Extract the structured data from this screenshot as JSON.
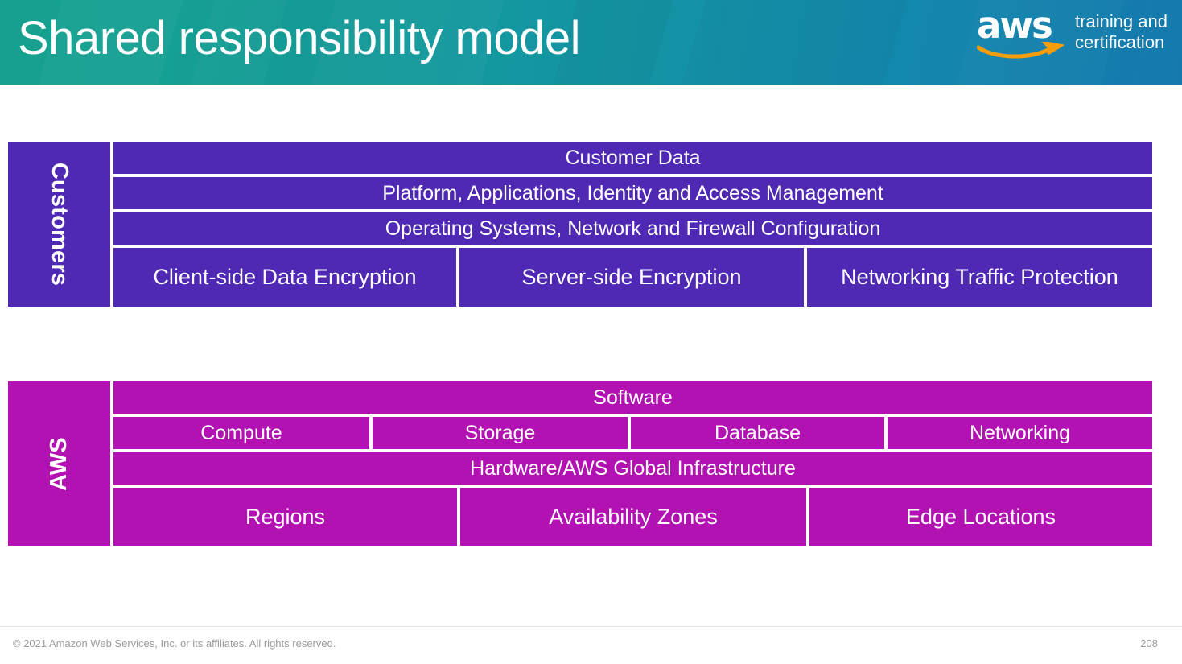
{
  "header": {
    "title": "Shared responsibility model",
    "logo": {
      "wordmark": "aws",
      "tagline_line1": "training and",
      "tagline_line2": "certification"
    },
    "gradient_from": "#16a08f",
    "gradient_to": "#1579ad"
  },
  "diagram": {
    "customers": {
      "side_label": "Customers",
      "color": "#4f28b3",
      "rows": [
        {
          "cells": [
            "Customer Data"
          ]
        },
        {
          "cells": [
            "Platform, Applications, Identity and Access Management"
          ]
        },
        {
          "cells": [
            "Operating Systems, Network and Firewall Configuration"
          ]
        },
        {
          "cells": [
            "Client-side Data Encryption",
            "Server-side Encryption",
            "Networking Traffic Protection"
          ]
        }
      ]
    },
    "aws": {
      "side_label": "AWS",
      "color": "#b212b2",
      "rows": [
        {
          "cells": [
            "Software"
          ]
        },
        {
          "cells": [
            "Compute",
            "Storage",
            "Database",
            "Networking"
          ]
        },
        {
          "cells": [
            "Hardware/AWS Global Infrastructure"
          ]
        },
        {
          "cells": [
            "Regions",
            "Availability Zones",
            "Edge Locations"
          ]
        }
      ]
    }
  },
  "footer": {
    "copyright": "© 2021 Amazon Web Services, Inc. or its affiliates. All rights reserved.",
    "page_number": "208"
  }
}
